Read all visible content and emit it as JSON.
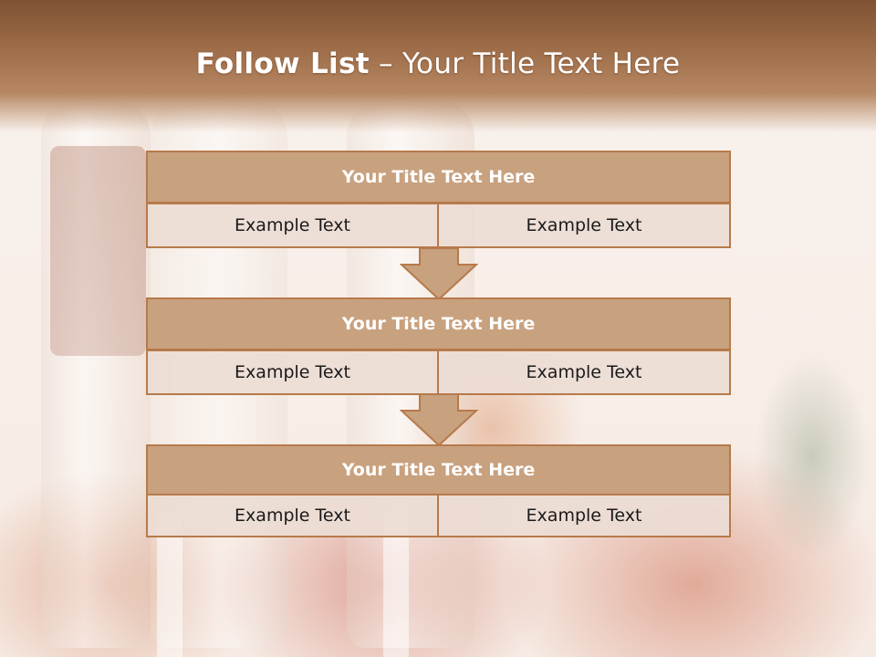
{
  "header": {
    "title_bold": "Follow List",
    "title_separator": " – ",
    "title_rest": "Your Title Text Here"
  },
  "blocks": [
    {
      "title": "Your Title Text Here",
      "left": "Example Text",
      "right": "Example Text"
    },
    {
      "title": "Your Title Text Here",
      "left": "Example Text",
      "right": "Example Text"
    },
    {
      "title": "Your Title Text Here",
      "left": "Example Text",
      "right": "Example Text"
    }
  ],
  "colors": {
    "header_brown": "#9c6b47",
    "block_title_fill": "#c8a17f",
    "block_border": "#b77a4a",
    "cell_fill": "#ebdcd4",
    "arrow_fill": "#c8a17f"
  }
}
